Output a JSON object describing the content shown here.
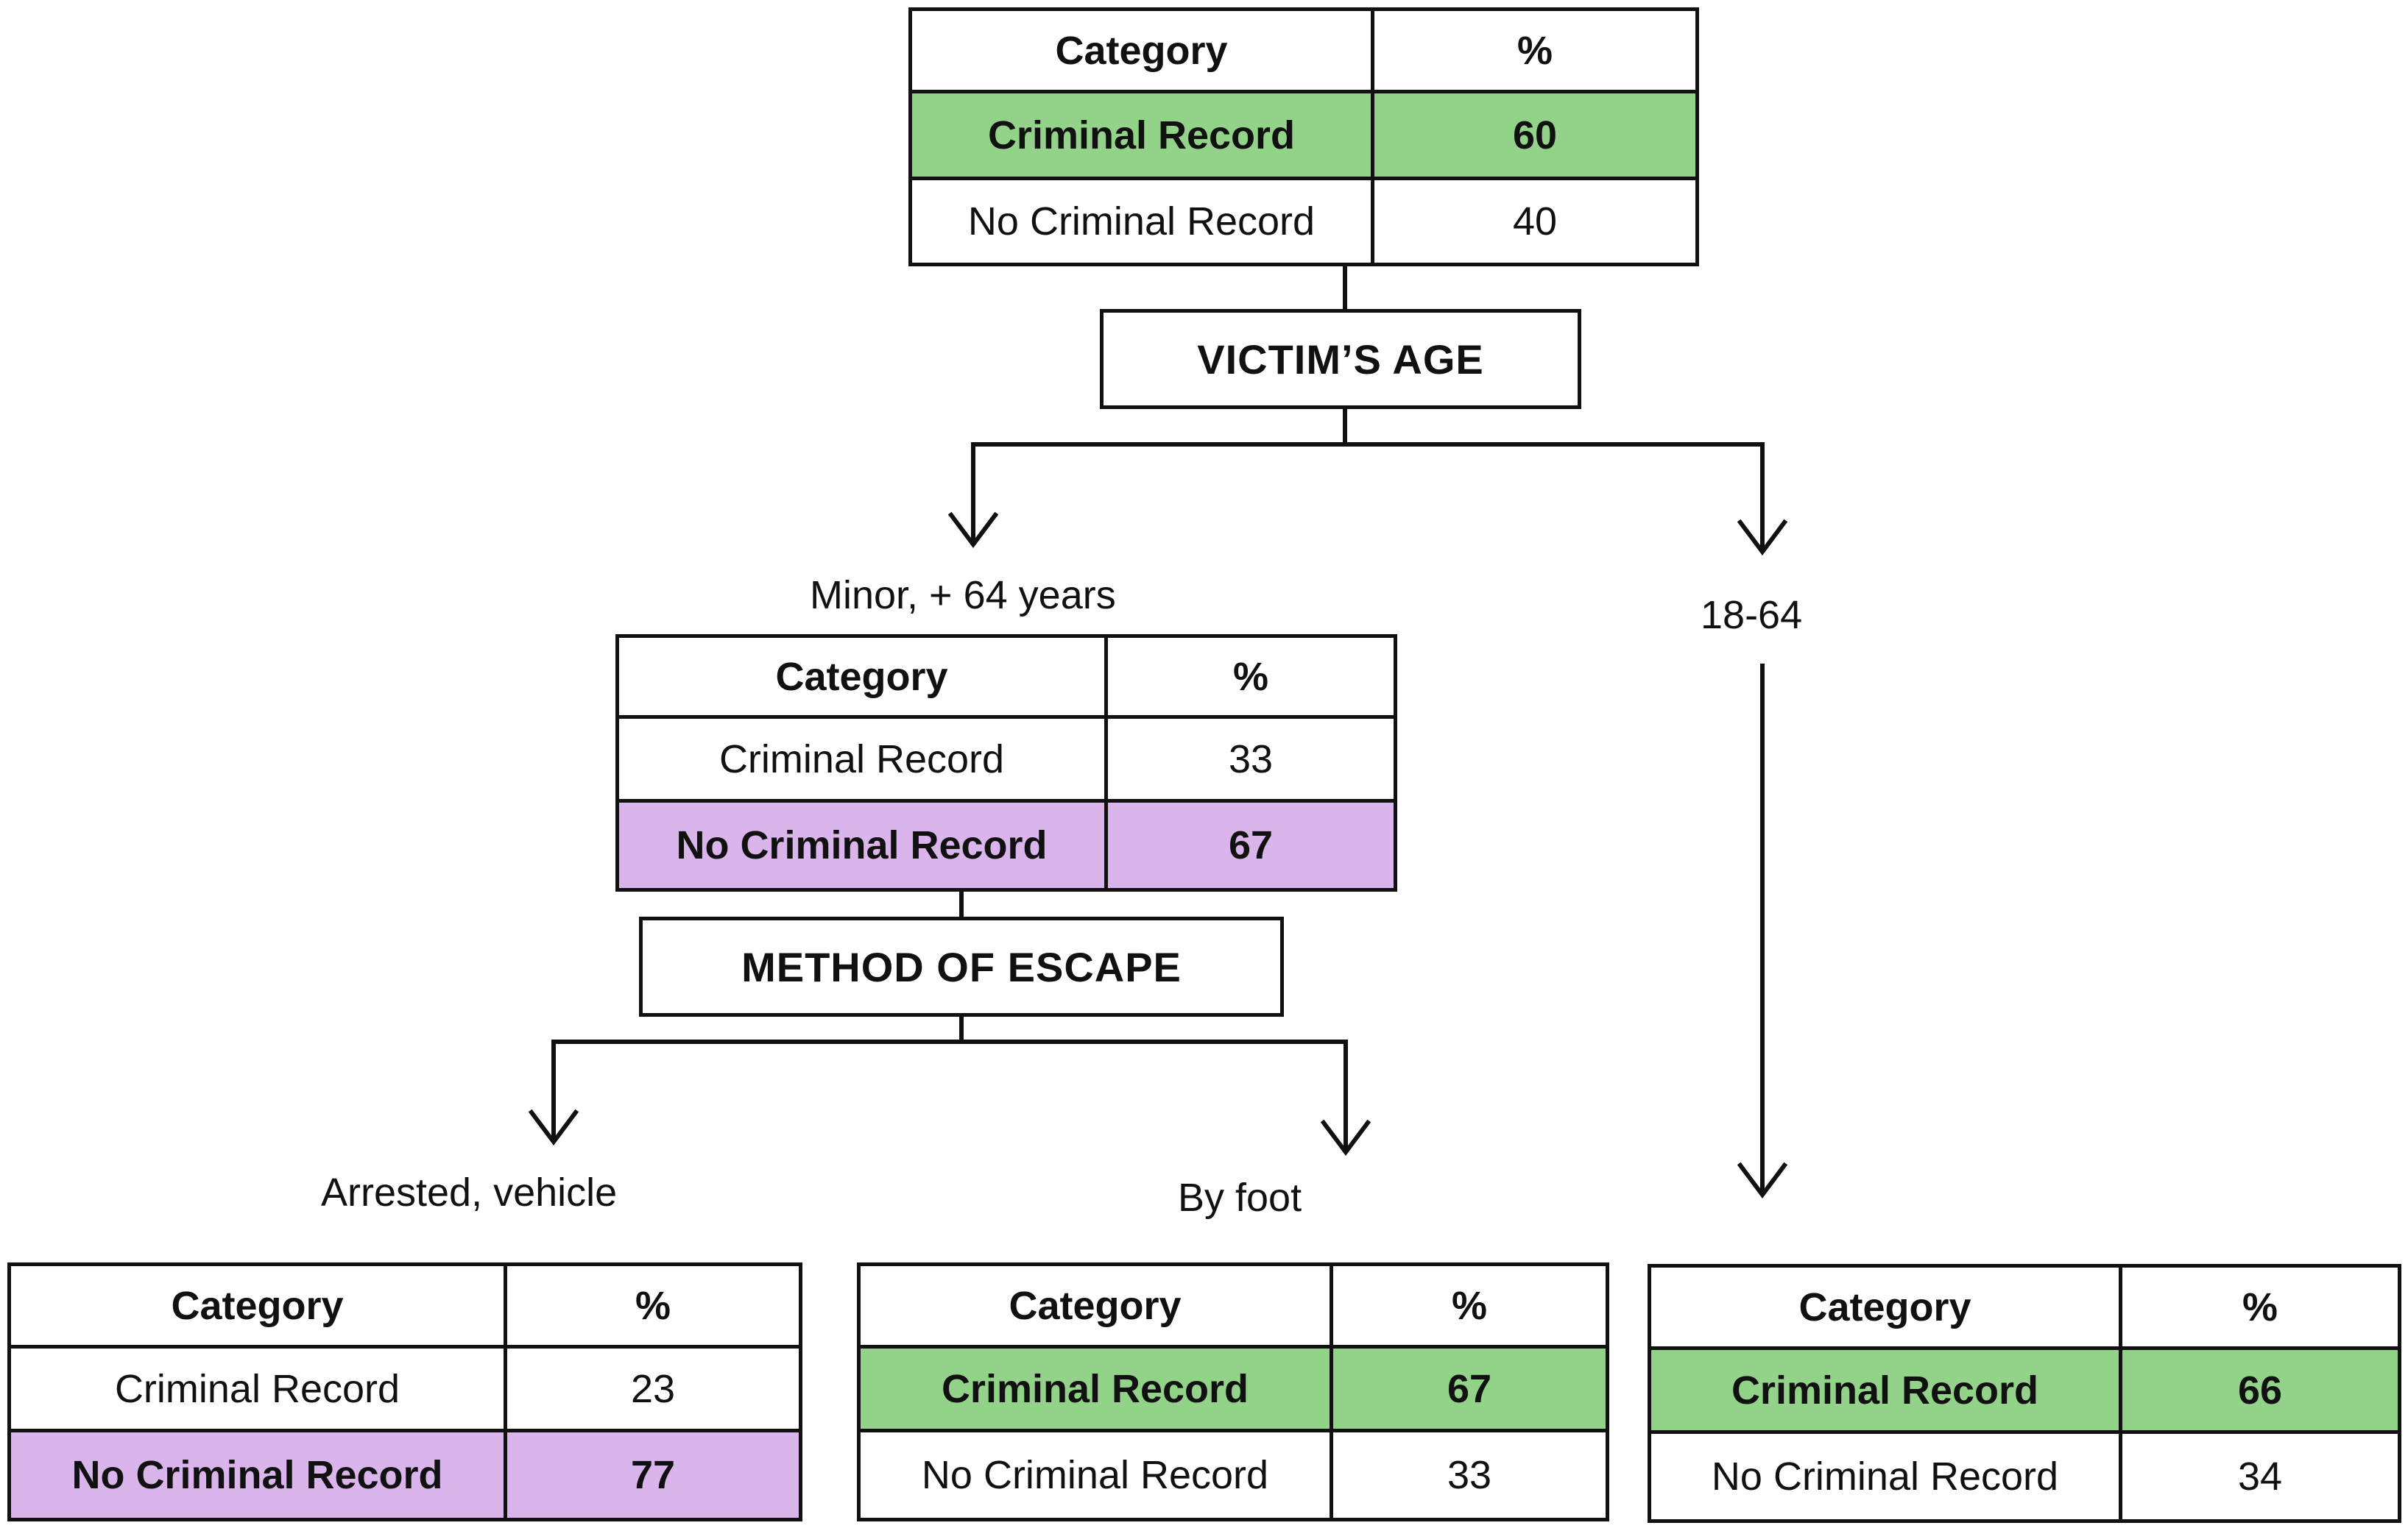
{
  "tables": {
    "root": {
      "header": {
        "category": "Category",
        "percent": "%"
      },
      "rows": [
        {
          "category": "Criminal Record",
          "percent": "60",
          "highlight": "green"
        },
        {
          "category": "No Criminal Record",
          "percent": "40",
          "highlight": "none"
        }
      ]
    },
    "minor_elderly": {
      "header": {
        "category": "Category",
        "percent": "%"
      },
      "rows": [
        {
          "category": "Criminal Record",
          "percent": "33",
          "highlight": "none"
        },
        {
          "category": "No Criminal Record",
          "percent": "67",
          "highlight": "purple"
        }
      ]
    },
    "arrested_vehicle": {
      "header": {
        "category": "Category",
        "percent": "%"
      },
      "rows": [
        {
          "category": "Criminal Record",
          "percent": "23",
          "highlight": "none"
        },
        {
          "category": "No Criminal Record",
          "percent": "77",
          "highlight": "purple"
        }
      ]
    },
    "by_foot": {
      "header": {
        "category": "Category",
        "percent": "%"
      },
      "rows": [
        {
          "category": "Criminal Record",
          "percent": "67",
          "highlight": "green"
        },
        {
          "category": "No Criminal Record",
          "percent": "33",
          "highlight": "none"
        }
      ]
    },
    "age_18_64": {
      "header": {
        "category": "Category",
        "percent": "%"
      },
      "rows": [
        {
          "category": "Criminal Record",
          "percent": "66",
          "highlight": "green"
        },
        {
          "category": "No Criminal Record",
          "percent": "34",
          "highlight": "none"
        }
      ]
    }
  },
  "splits": {
    "victims_age": "VICTIM’S AGE",
    "method_of_escape": "METHOD OF ESCAPE"
  },
  "branches": {
    "minor_64": "Minor, + 64 years",
    "age_18_64": "18-64",
    "arrested_vehicle": "Arrested, vehicle",
    "by_foot": "By foot"
  },
  "colors": {
    "green": "#93d389",
    "purple": "#dab5ec",
    "line": "#111111"
  }
}
